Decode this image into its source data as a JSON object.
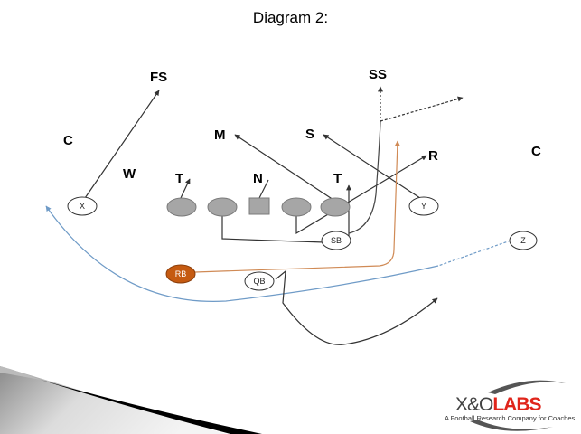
{
  "title": "Diagram 2:",
  "colors": {
    "route": "#333333",
    "rb_route": "#d08a55",
    "z_route": "#6f9bc7",
    "lineman_fill": "#a6a6a6",
    "rb_fill": "#c55a11",
    "logo_red": "#e0251b"
  },
  "defense": [
    {
      "id": "FS",
      "label": "FS"
    },
    {
      "id": "SS",
      "label": "SS"
    },
    {
      "id": "C_left",
      "label": "C"
    },
    {
      "id": "C_right",
      "label": "C"
    },
    {
      "id": "M",
      "label": "M"
    },
    {
      "id": "S",
      "label": "S"
    },
    {
      "id": "W",
      "label": "W"
    },
    {
      "id": "R",
      "label": "R"
    },
    {
      "id": "T_left",
      "label": "T"
    },
    {
      "id": "N",
      "label": "N"
    },
    {
      "id": "T_right",
      "label": "T"
    }
  ],
  "offense": [
    {
      "id": "X",
      "label": "X"
    },
    {
      "id": "Y",
      "label": "Y"
    },
    {
      "id": "Z",
      "label": "Z"
    },
    {
      "id": "SB",
      "label": "SB"
    },
    {
      "id": "QB",
      "label": "QB"
    },
    {
      "id": "RB",
      "label": "RB"
    }
  ],
  "logo": {
    "brand_left": "X&O",
    "brand_right": "LABS",
    "tagline": "A Football Research Company for Coaches"
  }
}
